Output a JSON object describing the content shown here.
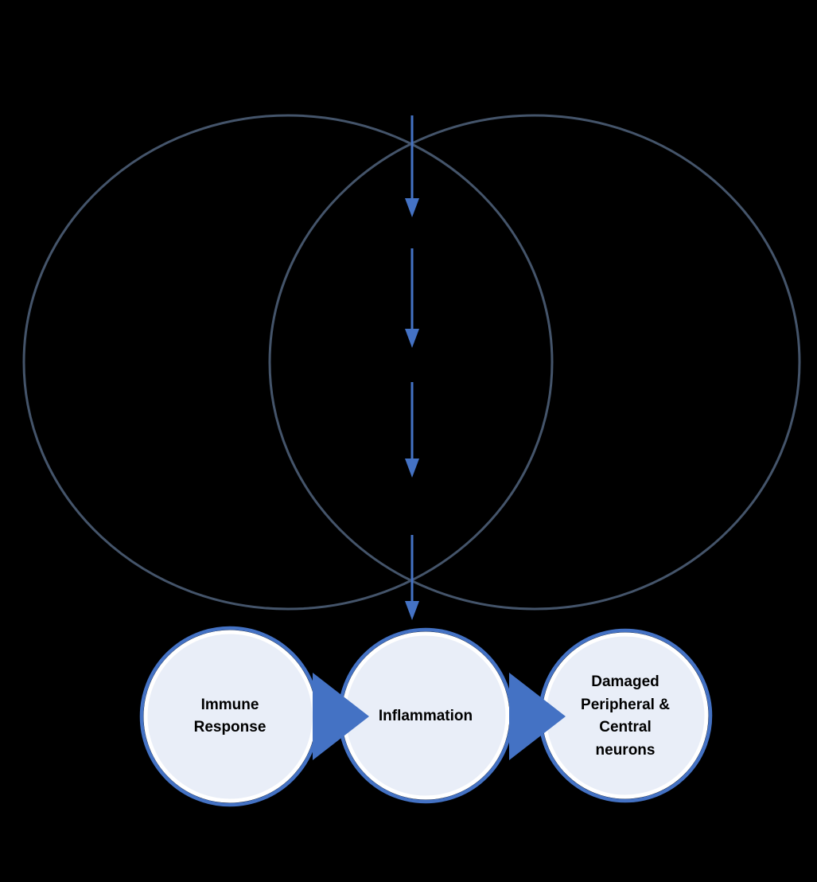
{
  "diagram": {
    "venn_circles": [
      {
        "name": "left-circle"
      },
      {
        "name": "right-circle"
      }
    ],
    "arrow_chain_count": 4,
    "process_steps": [
      {
        "label": "Immune Response"
      },
      {
        "label": "Inflammation"
      },
      {
        "label": "Damaged Peripheral & Central neurons"
      }
    ]
  },
  "colors": {
    "background": "#000000",
    "venn_stroke": "#44546A",
    "arrow": "#4472C4",
    "step_border": "#4472C4",
    "step_fill": "#E9EEF8",
    "step_inner_ring": "#FFFFFF",
    "step_text": "#000000"
  }
}
